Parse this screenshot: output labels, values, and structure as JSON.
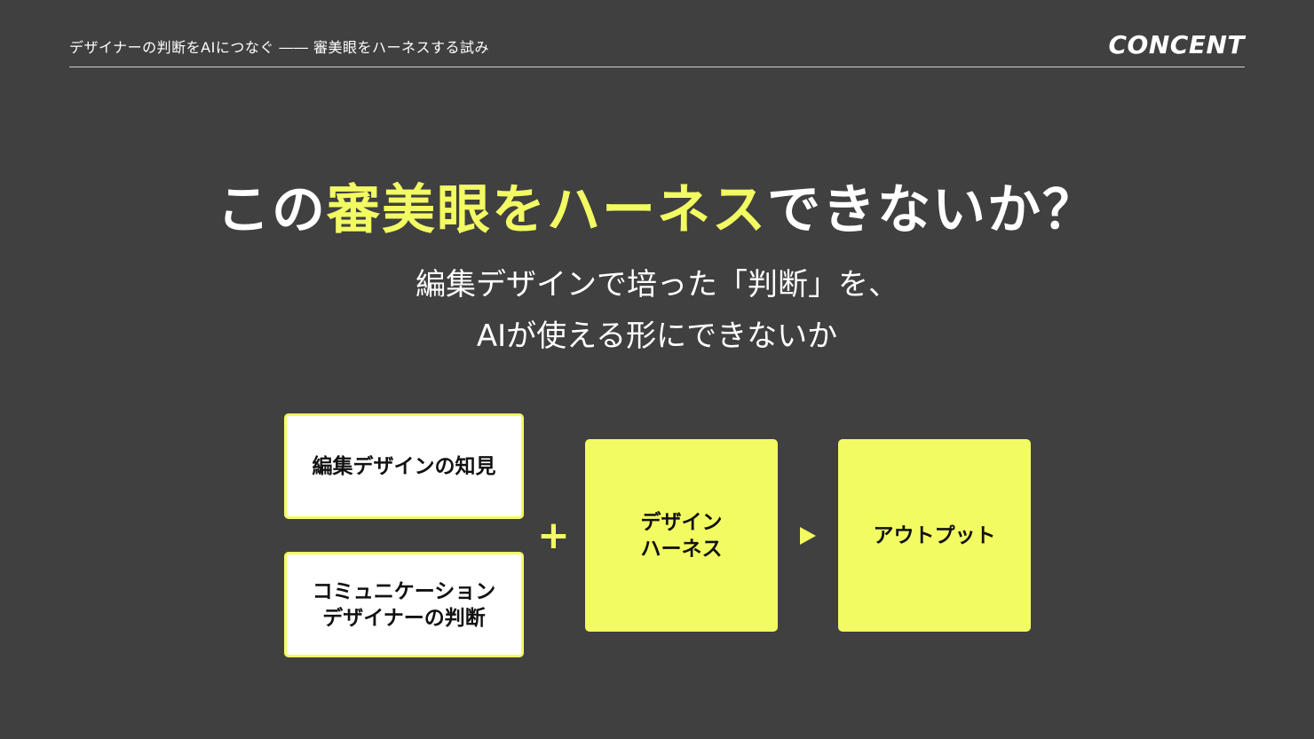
{
  "header": {
    "running_title": "デザイナーの判断をAIにつなぐ ―― 審美眼をハーネスする試み",
    "logo": "CONCENT"
  },
  "headline": {
    "part1": "この",
    "highlight": "審美眼をハーネス",
    "part2": "できないか？"
  },
  "subtitle": {
    "line1": "編集デザインで培った「判断」を、",
    "line2": "AIが使える形にできないか"
  },
  "diagram": {
    "input1": "編集デザインの知見",
    "input2_line1": "コミュニケーション",
    "input2_line2": "デザイナーの判断",
    "plus": "+",
    "harness_line1": "デザイン",
    "harness_line2": "ハーネス",
    "output": "アウトプット"
  },
  "colors": {
    "background": "#404040",
    "accent": "#f3fb62",
    "text": "#ffffff"
  }
}
